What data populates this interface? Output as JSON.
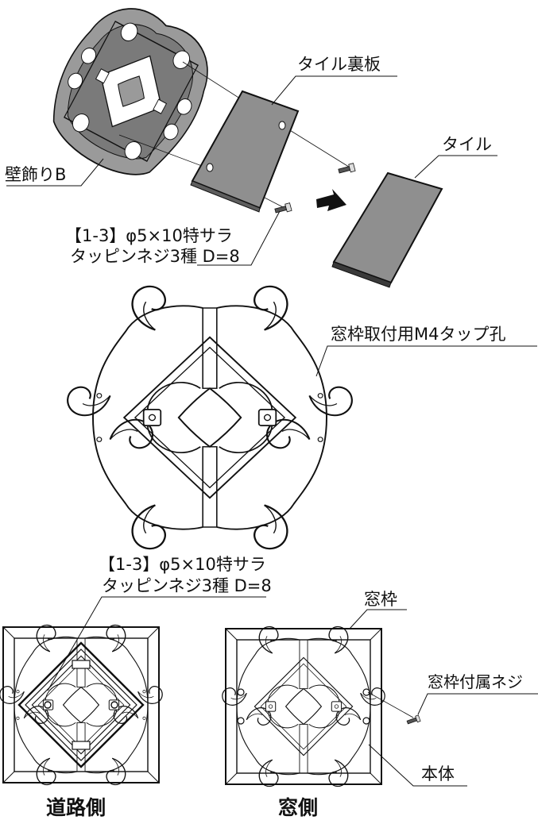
{
  "labels": {
    "tile_backing": "タイル裏板",
    "tile": "タイル",
    "wall_deco": "壁飾りB",
    "screw_a_line1": "【1-3】φ5×10特サラ",
    "screw_a_line2": "タッピンネジ3種 D=8",
    "tap_holes": "窓枠取付用M4タップ孔",
    "screw_b_line1": "【1-3】φ5×10特サラ",
    "screw_b_line2": "タッピンネジ3種 D=8",
    "window_frame": "窓枠",
    "frame_screw": "窓枠付属ネジ",
    "body": "本体",
    "road_side": "道路側",
    "window_side": "窓側"
  },
  "colors": {
    "line": "#111111",
    "tile_fill": "#8f8f8f",
    "tile_edge": "#3a3a3a",
    "deco_fill": "#9a9a9a",
    "deco_dark": "#5e5e5e"
  },
  "icons": {
    "arrow": "push-arrow-icon",
    "screw": "flat-head-screw-icon"
  }
}
